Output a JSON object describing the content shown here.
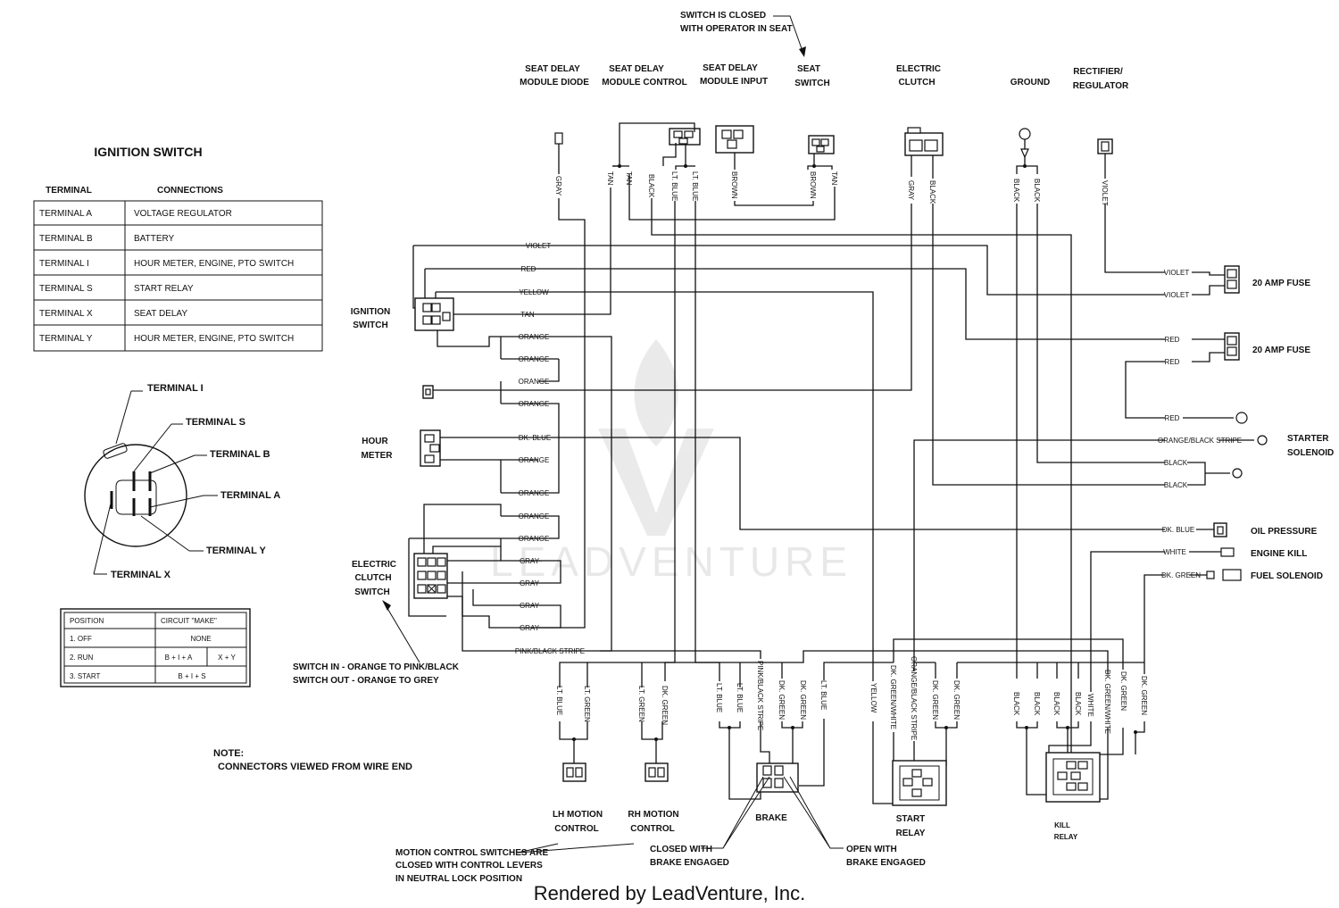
{
  "footer": "Rendered by LeadVenture, Inc.",
  "watermark": "LEADVENTURE",
  "note": {
    "title": "NOTE:",
    "text": "CONNECTORS VIEWED FROM WIRE END"
  },
  "ignition_table": {
    "title": "IGNITION SWITCH",
    "col_terminal": "TERMINAL",
    "col_connections": "CONNECTIONS",
    "rows": [
      {
        "terminal": "TERMINAL  A",
        "connections": "VOLTAGE REGULATOR"
      },
      {
        "terminal": "TERMINAL  B",
        "connections": "BATTERY"
      },
      {
        "terminal": "TERMINAL  I",
        "connections": "HOUR METER, ENGINE, PTO SWITCH"
      },
      {
        "terminal": "TERMINAL  S",
        "connections": "START RELAY"
      },
      {
        "terminal": "TERMINAL X",
        "connections": "SEAT DELAY"
      },
      {
        "terminal": "TERMINAL  Y",
        "connections": "HOUR METER, ENGINE, PTO SWITCH"
      }
    ]
  },
  "terminal_labels": {
    "i": "TERMINAL I",
    "s": "TERMINAL S",
    "b": "TERMINAL B",
    "a": "TERMINAL A",
    "y": "TERMINAL Y",
    "x": "TERMINAL X"
  },
  "position_table": {
    "col_position": "POSITION",
    "col_circuit": "CIRCUIT \"MAKE\"",
    "rows": [
      {
        "position": "1. OFF",
        "make": "NONE",
        "extra": ""
      },
      {
        "position": "2. RUN",
        "make": "B + I + A",
        "extra": "X + Y"
      },
      {
        "position": "3. START",
        "make": "B + I + S",
        "extra": ""
      }
    ]
  },
  "components": {
    "switch_closed_note_1": "SWITCH IS CLOSED",
    "switch_closed_note_2": "WITH OPERATOR IN SEAT",
    "seat_delay_diode_1": "SEAT DELAY",
    "seat_delay_diode_2": "MODULE DIODE",
    "seat_delay_control_1": "SEAT DELAY",
    "seat_delay_control_2": "MODULE CONTROL",
    "seat_delay_input_1": "SEAT DELAY",
    "seat_delay_input_2": "MODULE INPUT",
    "seat_switch_1": "SEAT",
    "seat_switch_2": "SWITCH",
    "electric_clutch_1": "ELECTRIC",
    "electric_clutch_2": "CLUTCH",
    "ground": "GROUND",
    "rectifier_1": "RECTIFIER/",
    "rectifier_2": "REGULATOR",
    "ignition_switch_1": "IGNITION",
    "ignition_switch_2": "SWITCH",
    "hour_meter_1": "HOUR",
    "hour_meter_2": "METER",
    "clutch_switch_1": "ELECTRIC",
    "clutch_switch_2": "CLUTCH",
    "clutch_switch_3": "SWITCH",
    "clutch_note_1": "SWITCH IN - ORANGE TO PINK/BLACK",
    "clutch_note_2": "SWITCH OUT - ORANGE TO GREY",
    "fuse_1": "20 AMP FUSE",
    "fuse_2": "20 AMP FUSE",
    "starter_1": "STARTER",
    "starter_2": "SOLENOID",
    "oil_pressure": "OIL PRESSURE",
    "engine_kill": "ENGINE KILL",
    "fuel_solenoid": "FUEL SOLENOID",
    "lh_motion_1": "LH MOTION",
    "lh_motion_2": "CONTROL",
    "rh_motion_1": "RH MOTION",
    "rh_motion_2": "CONTROL",
    "brake": "BRAKE",
    "start_relay_1": "START",
    "start_relay_2": "RELAY",
    "kill_relay_1": "KILL",
    "kill_relay_2": "RELAY",
    "motion_note_1": "MOTION CONTROL SWITCHES ARE",
    "motion_note_2": "CLOSED WITH CONTROL LEVERS",
    "motion_note_3": "IN NEUTRAL LOCK POSITION",
    "closed_brake_1": "CLOSED WITH",
    "closed_brake_2": "BRAKE ENGAGED",
    "open_brake_1": "OPEN WITH",
    "open_brake_2": "BRAKE ENGAGED"
  },
  "wires": {
    "violet": "VIOLET",
    "red": "RED",
    "yellow": "YELLOW",
    "tan": "TAN",
    "orange": "ORANGE",
    "dk_blue": "DK. BLUE",
    "gray": "GRAY",
    "pink_black": "PINK/BLACK STRIPE",
    "orange_black": "ORANGE/BLACK STRIPE",
    "black": "BLACK",
    "white": "WHITE",
    "dk_green": "DK. GREEN",
    "lt_blue": "LT. BLUE",
    "lt_green": "LT. GREEN",
    "brown": "BROWN",
    "dk_green_white": "DK. GREEN/WHITE"
  }
}
